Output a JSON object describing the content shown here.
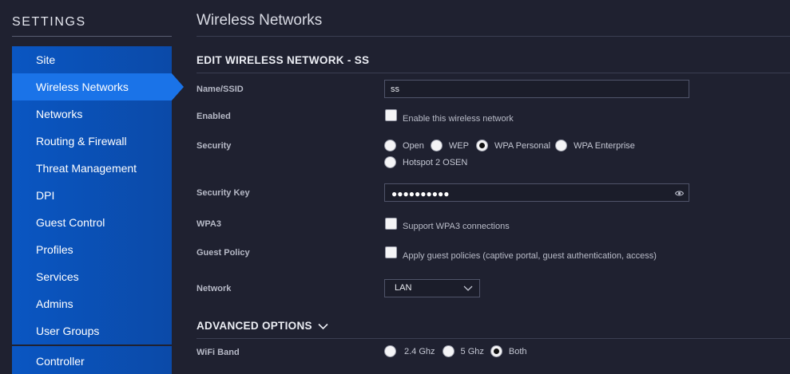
{
  "sidebar": {
    "title": "SETTINGS",
    "items": [
      {
        "label": "Site"
      },
      {
        "label": "Wireless Networks",
        "active": true
      },
      {
        "label": "Networks"
      },
      {
        "label": "Routing & Firewall"
      },
      {
        "label": "Threat Management"
      },
      {
        "label": "DPI"
      },
      {
        "label": "Guest Control"
      },
      {
        "label": "Profiles"
      },
      {
        "label": "Services"
      },
      {
        "label": "Admins"
      },
      {
        "label": "User Groups"
      }
    ],
    "controller": "Controller"
  },
  "main": {
    "page_title": "Wireless Networks",
    "section_title": "EDIT WIRELESS NETWORK - SS",
    "name_label": "Name/SSID",
    "name_value": "ss",
    "enabled_label": "Enabled",
    "enabled_text": "Enable this wireless network",
    "security_label": "Security",
    "security_options": [
      "Open",
      "WEP",
      "WPA Personal",
      "WPA Enterprise",
      "Hotspot 2 OSEN"
    ],
    "security_selected": "WPA Personal",
    "security_key_label": "Security Key",
    "security_key_mask": "●●●●●●●●●●",
    "wpa3_label": "WPA3",
    "wpa3_text": "Support WPA3 connections",
    "guest_policy_label": "Guest Policy",
    "guest_policy_text": "Apply guest policies (captive portal, guest authentication, access)",
    "network_label": "Network",
    "network_value": "LAN",
    "advanced_title": "ADVANCED OPTIONS",
    "wifi_band_label": "WiFi Band",
    "wifi_band_options": [
      "2.4 Ghz",
      "5 Ghz",
      "Both"
    ],
    "wifi_band_selected": "Both"
  },
  "colors": {
    "background": "#1f2130",
    "nav_blue": "#0a56c2",
    "nav_active": "#1a73e8"
  }
}
